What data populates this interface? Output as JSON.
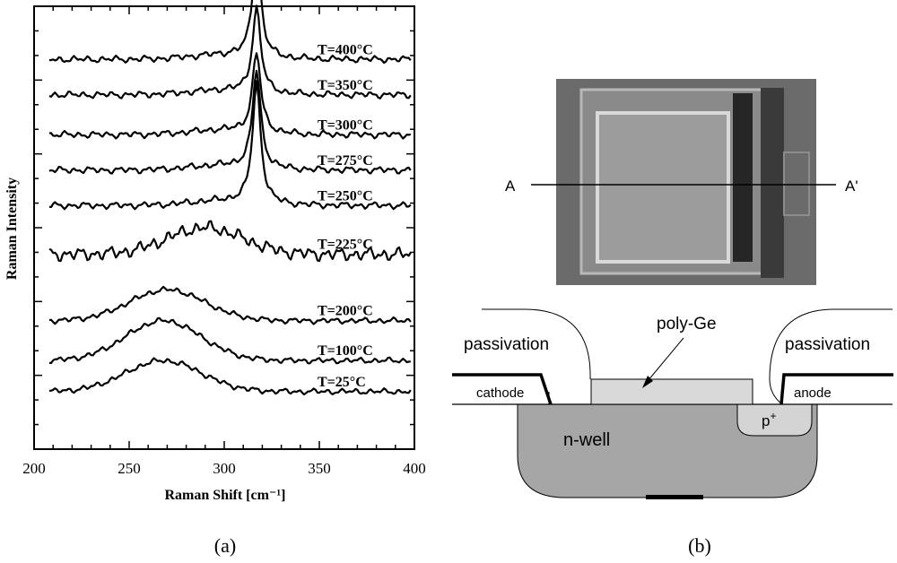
{
  "panel_a": {
    "caption": "(a)",
    "chart_data": {
      "type": "line",
      "xlabel": "Raman Shift [cm⁻¹]",
      "ylabel": "Raman Intensity",
      "xlim": [
        200,
        400
      ],
      "x_ticks": [
        200,
        250,
        300,
        350,
        400
      ],
      "grid": false,
      "series": [
        {
          "name": "T=400°C",
          "peak_center": 317,
          "baseline": 0.88,
          "peak_height": 0.24
        },
        {
          "name": "T=350°C",
          "peak_center": 317,
          "baseline": 0.8,
          "peak_height": 0.19
        },
        {
          "name": "T=300°C",
          "peak_center": 317,
          "baseline": 0.71,
          "peak_height": 0.18
        },
        {
          "name": "T=275°C",
          "peak_center": 317,
          "baseline": 0.63,
          "peak_height": 0.22
        },
        {
          "name": "T=250°C",
          "peak_center": 317,
          "baseline": 0.55,
          "peak_height": 0.27
        },
        {
          "name": "T=225°C",
          "broad_center": 290,
          "baseline": 0.44,
          "broad_height": 0.06
        },
        {
          "name": "T=200°C",
          "broad_center": 270,
          "baseline": 0.29,
          "broad_height": 0.07
        },
        {
          "name": "T=100°C",
          "broad_center": 268,
          "baseline": 0.2,
          "broad_height": 0.09
        },
        {
          "name": "T=25°C",
          "broad_center": 268,
          "baseline": 0.13,
          "broad_height": 0.07
        }
      ]
    }
  },
  "panel_b": {
    "caption": "(b)",
    "micrograph": {
      "marker_left": "A",
      "marker_right": "A'"
    },
    "cross_section": {
      "labels": {
        "passivation_left": "passivation",
        "passivation_right": "passivation",
        "poly_ge": "poly-Ge",
        "cathode": "cathode",
        "anode": "anode",
        "p_plus": "p",
        "p_plus_sup": "+",
        "n_well": "n-well"
      },
      "colors": {
        "n_well": "#a6a6a6",
        "p_plus": "#d4d4d4",
        "poly_ge": "#d9d9d9",
        "micrograph_bg": "#6b6b6b",
        "micrograph_pad": "#9a9a9a"
      }
    }
  }
}
